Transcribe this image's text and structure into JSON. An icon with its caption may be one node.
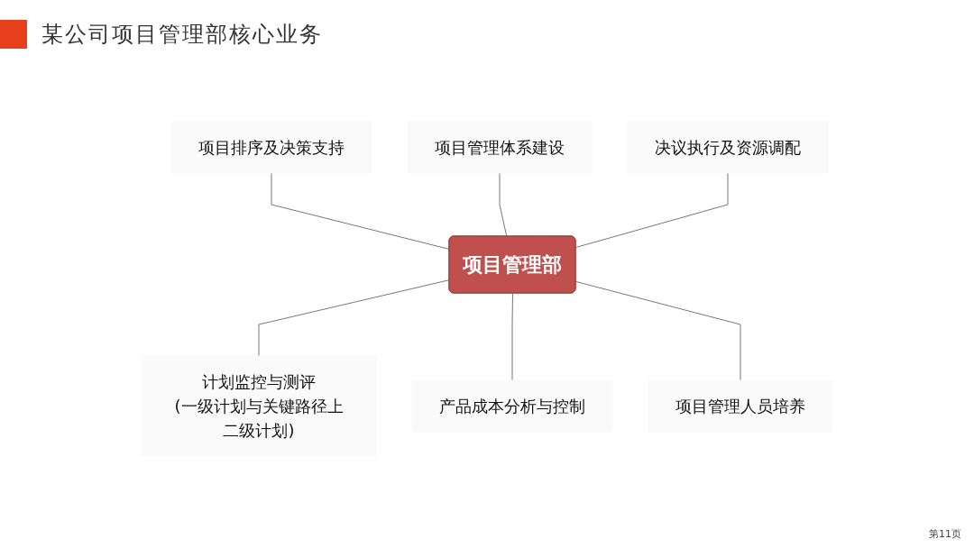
{
  "diagram": {
    "title": "某公司项目管理部核心业务",
    "nodes": [
      {
        "text": [
          "项目管理部"
        ]
      },
      {
        "text": [
          "项目排序及决策支持"
        ]
      },
      {
        "text": [
          "项目管理体系建设"
        ]
      },
      {
        "text": [
          "决议执行及资源调配"
        ]
      },
      {
        "text": [
          "计划监控与测评",
          "(一级计划与关键路径上二级计划)"
        ]
      },
      {
        "text": [
          "产品成本分析与控制"
        ]
      },
      {
        "text": [
          "项目管理人员培养"
        ]
      }
    ],
    "edges": [
      {
        "from": 1,
        "to": 0,
        "arrow": "none"
      },
      {
        "from": 2,
        "to": 0,
        "arrow": "none"
      },
      {
        "from": 3,
        "to": 0,
        "arrow": "none"
      },
      {
        "from": 0,
        "to": 4,
        "arrow": "none"
      },
      {
        "from": 0,
        "to": 5,
        "arrow": "none"
      },
      {
        "from": 0,
        "to": 6,
        "arrow": "none"
      }
    ],
    "labels": [
      "第11页"
    ]
  }
}
